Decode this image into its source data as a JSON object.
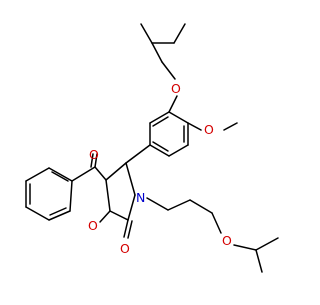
{
  "molecule": {
    "atoms": {
      "ether_ring_o": "O",
      "methoxy_o": "O",
      "isopropoxy_o": "O",
      "chromenone_ring_o": "O",
      "ketone_upper_o": "O",
      "lactam_o": "O",
      "lactam_n": "N"
    },
    "colors": {
      "bond": "#000000",
      "oxygen": "#d40000",
      "nitrogen": "#0000cc",
      "background": "#ffffff"
    }
  }
}
